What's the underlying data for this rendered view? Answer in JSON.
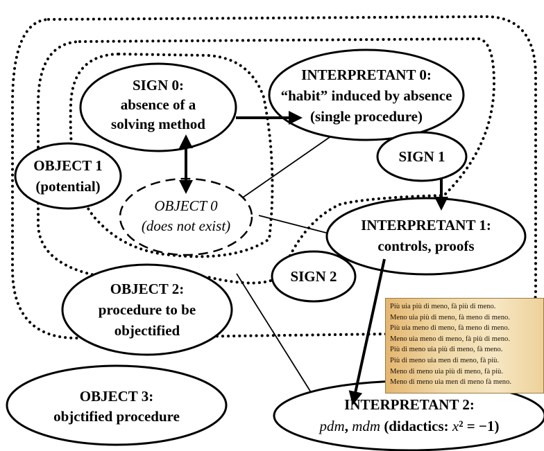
{
  "nodes": {
    "sign0": [
      "SIGN 0:",
      "absence of a",
      "solving method"
    ],
    "interpretant0": [
      "INTERPRETANT 0:",
      "“habit” induced by absence",
      "(single procedure)"
    ],
    "sign1": [
      "SIGN 1"
    ],
    "object1": [
      "OBJECT 1",
      "(potential)"
    ],
    "object0": [
      "OBJECT 0",
      "(does not exist)"
    ],
    "interpretant1": [
      "INTERPRETANT 1:",
      "controls, proofs"
    ],
    "sign2": [
      "SIGN 2"
    ],
    "object2": [
      "OBJECT 2:",
      "procedure to be",
      "objectified"
    ],
    "object3": [
      "OBJECT 3:",
      "objctified procedure"
    ],
    "interpretant2": {
      "title": "INTERPRETANT 2:",
      "line2_italic_a": "pdm",
      "sep": ", ",
      "line2_italic_b": "mdm",
      "line2_rest": " (didactics: ",
      "formula_var": "x",
      "formula_rest": "² = −1)"
    }
  },
  "manuscript": {
    "lines": [
      "Più uia più di meno, fà più di meno.",
      "Meno uia più di meno, fà meno di meno.",
      "Più uia meno di meno, fà meno di meno.",
      "Meno uia meno di meno, fà più di meno.",
      "Più di meno uia più di meno, fà meno.",
      "Più di meno uia men di meno, fà più.",
      "Meno di meno uia più di meno, fà più.",
      "Meno di meno uia men di meno fà meno."
    ]
  },
  "colors": {
    "stroke": "#000000",
    "background": "#ffffff",
    "manuscript_paper": "#f0d8a6"
  }
}
